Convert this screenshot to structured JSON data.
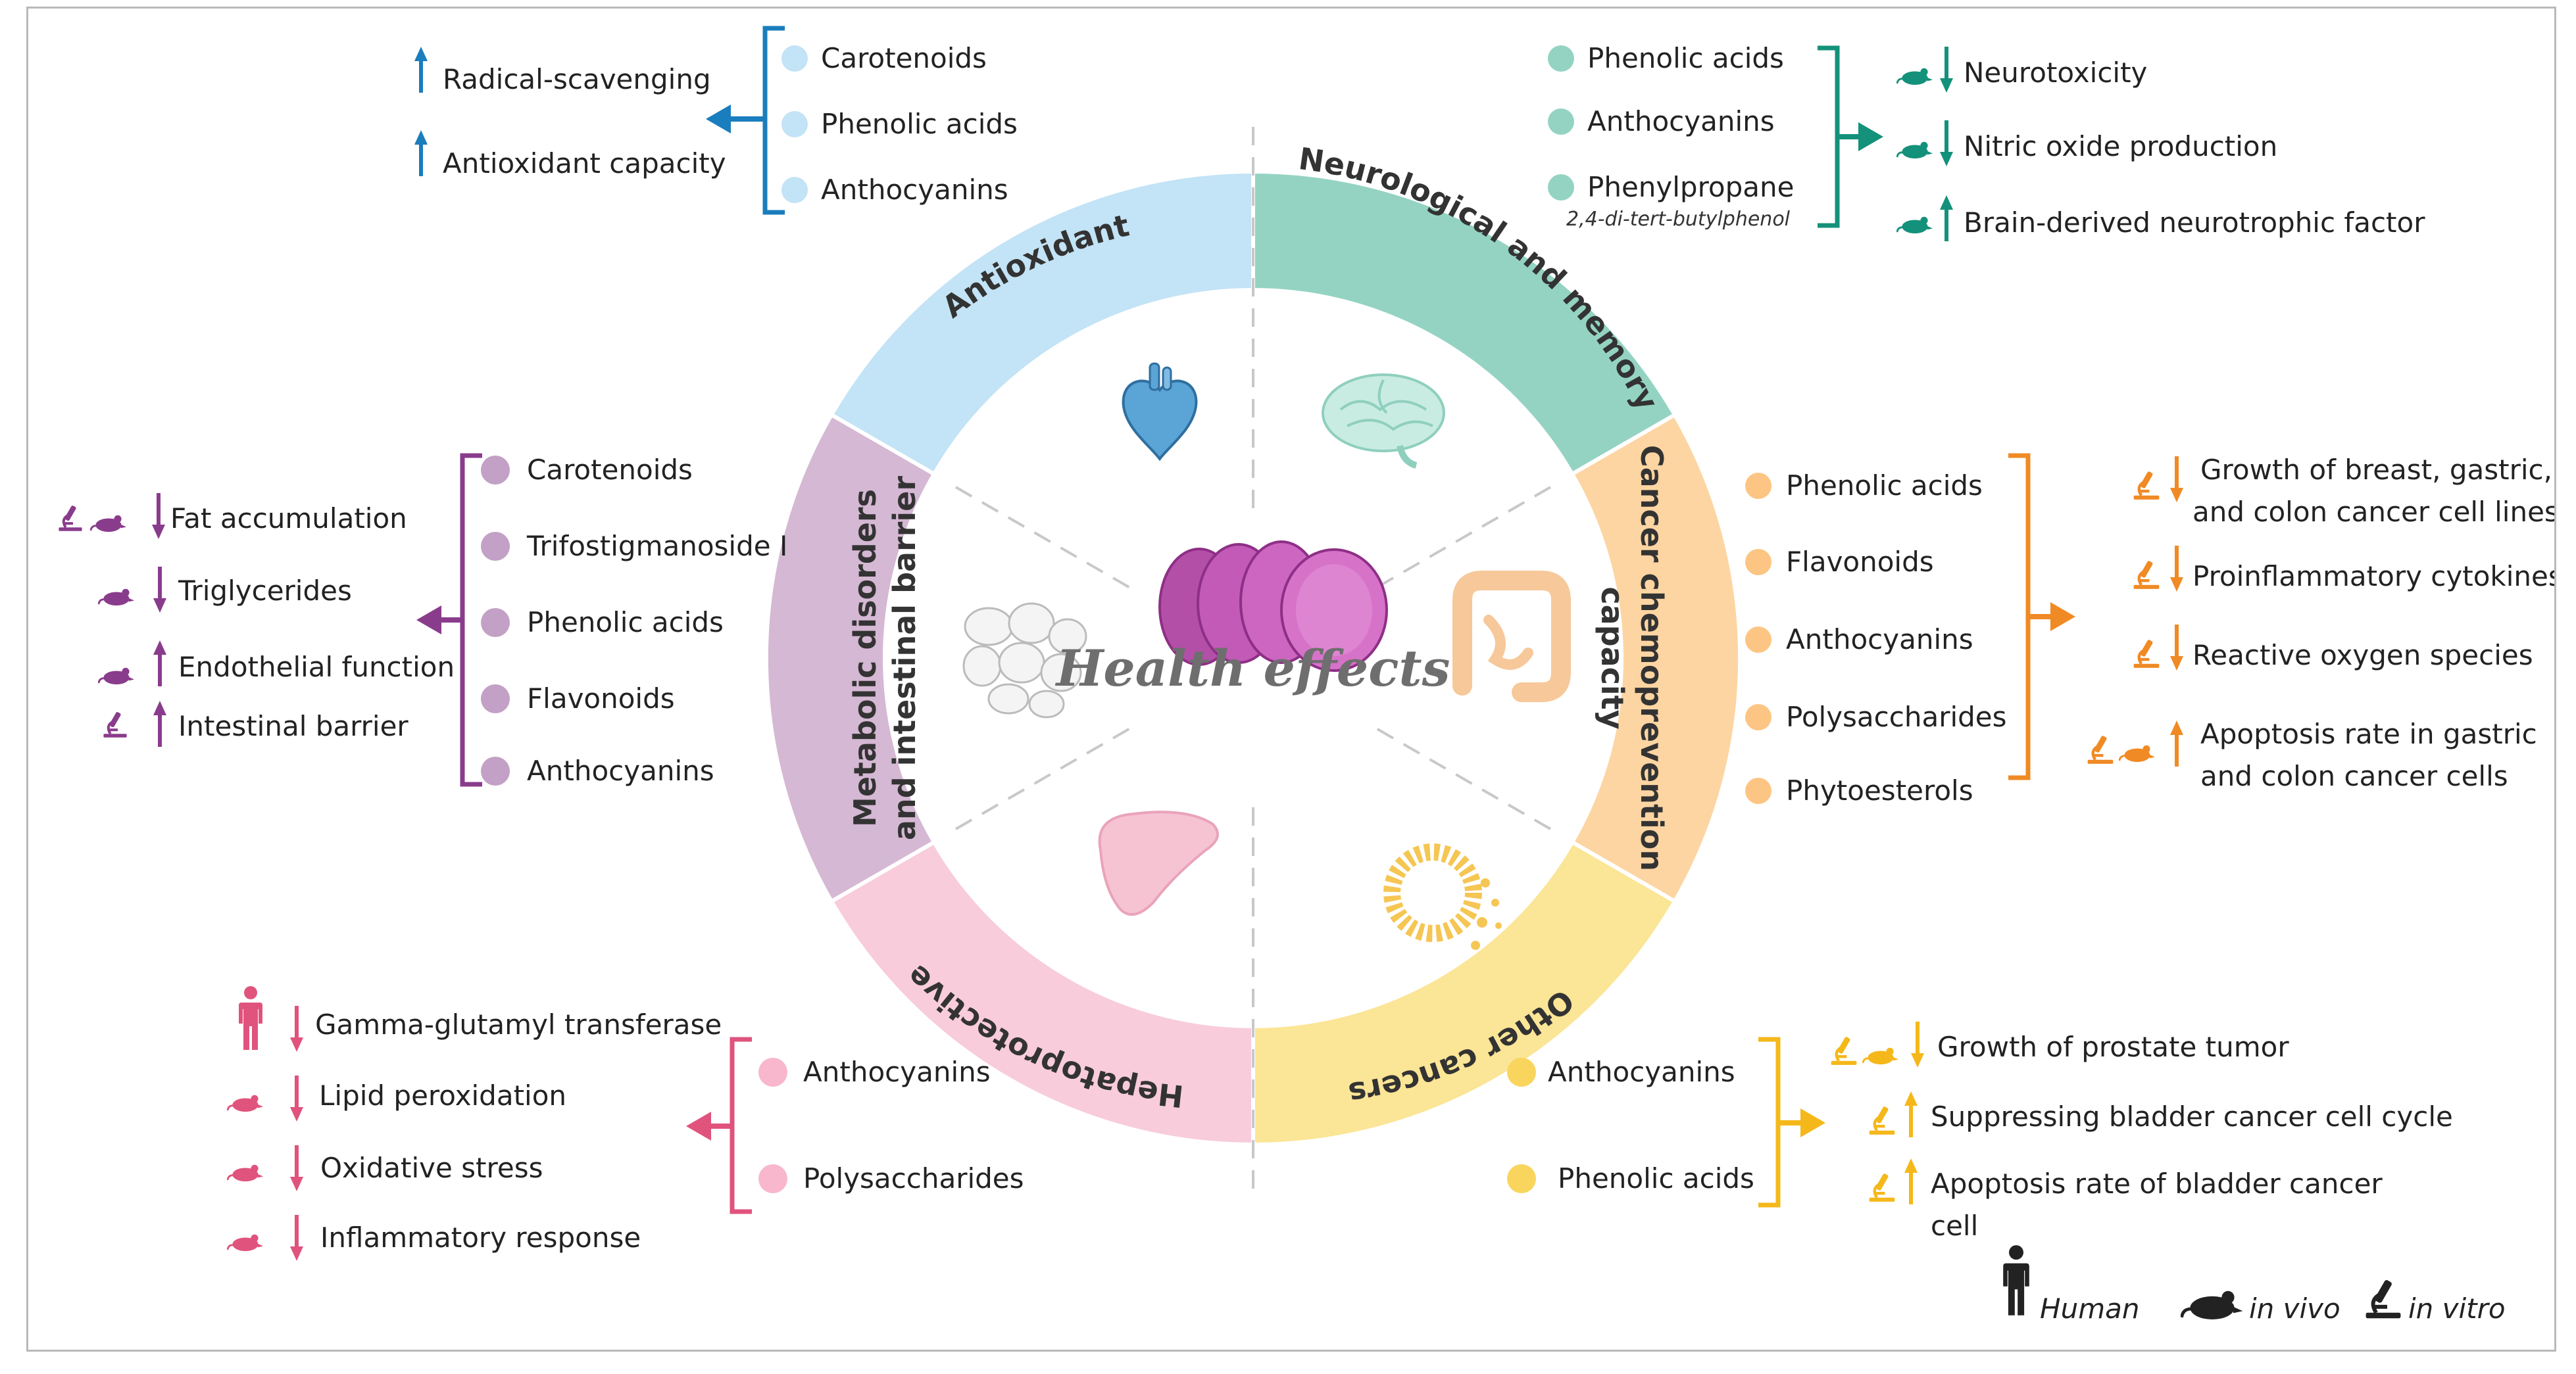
{
  "center": {
    "title": "Health effects"
  },
  "colors": {
    "antioxidant": "#c3e3f6",
    "antioxidant_dark": "#1a7dbd",
    "neuro": "#94d3c2",
    "neuro_dark": "#14917a",
    "cancer": "#fdd5a2",
    "cancer_dark": "#f08a24",
    "other": "#fbe596",
    "other_dark": "#f5b81a",
    "hepato": "#f8ccdb",
    "hepato_dark": "#e0537c",
    "metabolic": "#d5b8d3",
    "metabolic_dark": "#8a3c8c"
  },
  "segments": {
    "antioxidant": "Antioxidant",
    "neuro": "Neurological and memory",
    "cancer_line1": "Cancer chemoprevention",
    "cancer_line2": "capacity",
    "other": "Other cancers",
    "hepato": "Hepatoprotective",
    "metabolic_line1": "Metabolic disorders",
    "metabolic_line2": "and intestinal barrier"
  },
  "antioxidant": {
    "compounds": [
      "Carotenoids",
      "Phenolic acids",
      "Anthocyanins"
    ],
    "effects": [
      {
        "text": "Radical-scavenging",
        "direction": "up"
      },
      {
        "text": "Antioxidant capacity",
        "direction": "up"
      }
    ]
  },
  "neuro": {
    "compounds": [
      "Phenolic acids",
      "Anthocyanins",
      "Phenylpropane"
    ],
    "compound_note": "2,4-di-tert-butylphenol",
    "effects": [
      {
        "text": "Neurotoxicity",
        "direction": "down",
        "models": [
          "in vivo"
        ]
      },
      {
        "text": "Nitric oxide production",
        "direction": "down",
        "models": [
          "in vivo"
        ]
      },
      {
        "text": "Brain-derived neurotrophic factor",
        "direction": "up",
        "models": [
          "in vivo"
        ]
      }
    ]
  },
  "cancer": {
    "compounds": [
      "Phenolic acids",
      "Flavonoids",
      "Anthocyanins",
      "Polysaccharides",
      "Phytoesterols"
    ],
    "effects": [
      {
        "line1": "Growth of breast, gastric,",
        "line2": "and colon cancer cell lines",
        "direction": "down",
        "models": [
          "in vitro"
        ]
      },
      {
        "line1": "Proinflammatory cytokines",
        "direction": "down",
        "models": [
          "in vitro"
        ]
      },
      {
        "line1": "Reactive oxygen species",
        "direction": "down",
        "models": [
          "in vitro"
        ]
      },
      {
        "line1": "Apoptosis rate in gastric",
        "line2": "and colon cancer cells",
        "direction": "up",
        "models": [
          "in vitro",
          "in vivo"
        ]
      }
    ]
  },
  "other": {
    "compounds": [
      "Anthocyanins",
      "Phenolic acids"
    ],
    "effects": [
      {
        "line1": "Growth of prostate tumor",
        "direction": "down",
        "models": [
          "in vitro",
          "in vivo"
        ]
      },
      {
        "line1": "Suppressing bladder cancer cell cycle",
        "direction": "up",
        "models": [
          "in vitro"
        ]
      },
      {
        "line1": "Apoptosis rate of bladder cancer",
        "line2": "cell",
        "direction": "up",
        "models": [
          "in vitro"
        ]
      }
    ]
  },
  "hepato": {
    "compounds": [
      "Anthocyanins",
      "Polysaccharides"
    ],
    "effects": [
      {
        "text": "Gamma-glutamyl transferase",
        "direction": "down",
        "models": [
          "Human"
        ]
      },
      {
        "text": "Lipid peroxidation",
        "direction": "down",
        "models": [
          "in vivo"
        ]
      },
      {
        "text": "Oxidative stress",
        "direction": "down",
        "models": [
          "in vivo"
        ]
      },
      {
        "text": "Inflammatory response",
        "direction": "down",
        "models": [
          "in vivo"
        ]
      }
    ]
  },
  "metabolic": {
    "compounds": [
      "Carotenoids",
      "Trifostigmanoside I",
      "Phenolic acids",
      "Flavonoids",
      "Anthocyanins"
    ],
    "effects": [
      {
        "text": "Fat accumulation",
        "direction": "down",
        "models": [
          "in vitro",
          "in vivo"
        ]
      },
      {
        "text": "Triglycerides",
        "direction": "down",
        "models": [
          "in vivo"
        ]
      },
      {
        "text": "Endothelial function",
        "direction": "up",
        "models": [
          "in vivo"
        ]
      },
      {
        "text": "Intestinal barrier",
        "direction": "up",
        "models": [
          "in vitro"
        ]
      }
    ]
  },
  "legend": {
    "human": "Human",
    "in_vivo": "in vivo",
    "in_vitro": "in vitro"
  }
}
